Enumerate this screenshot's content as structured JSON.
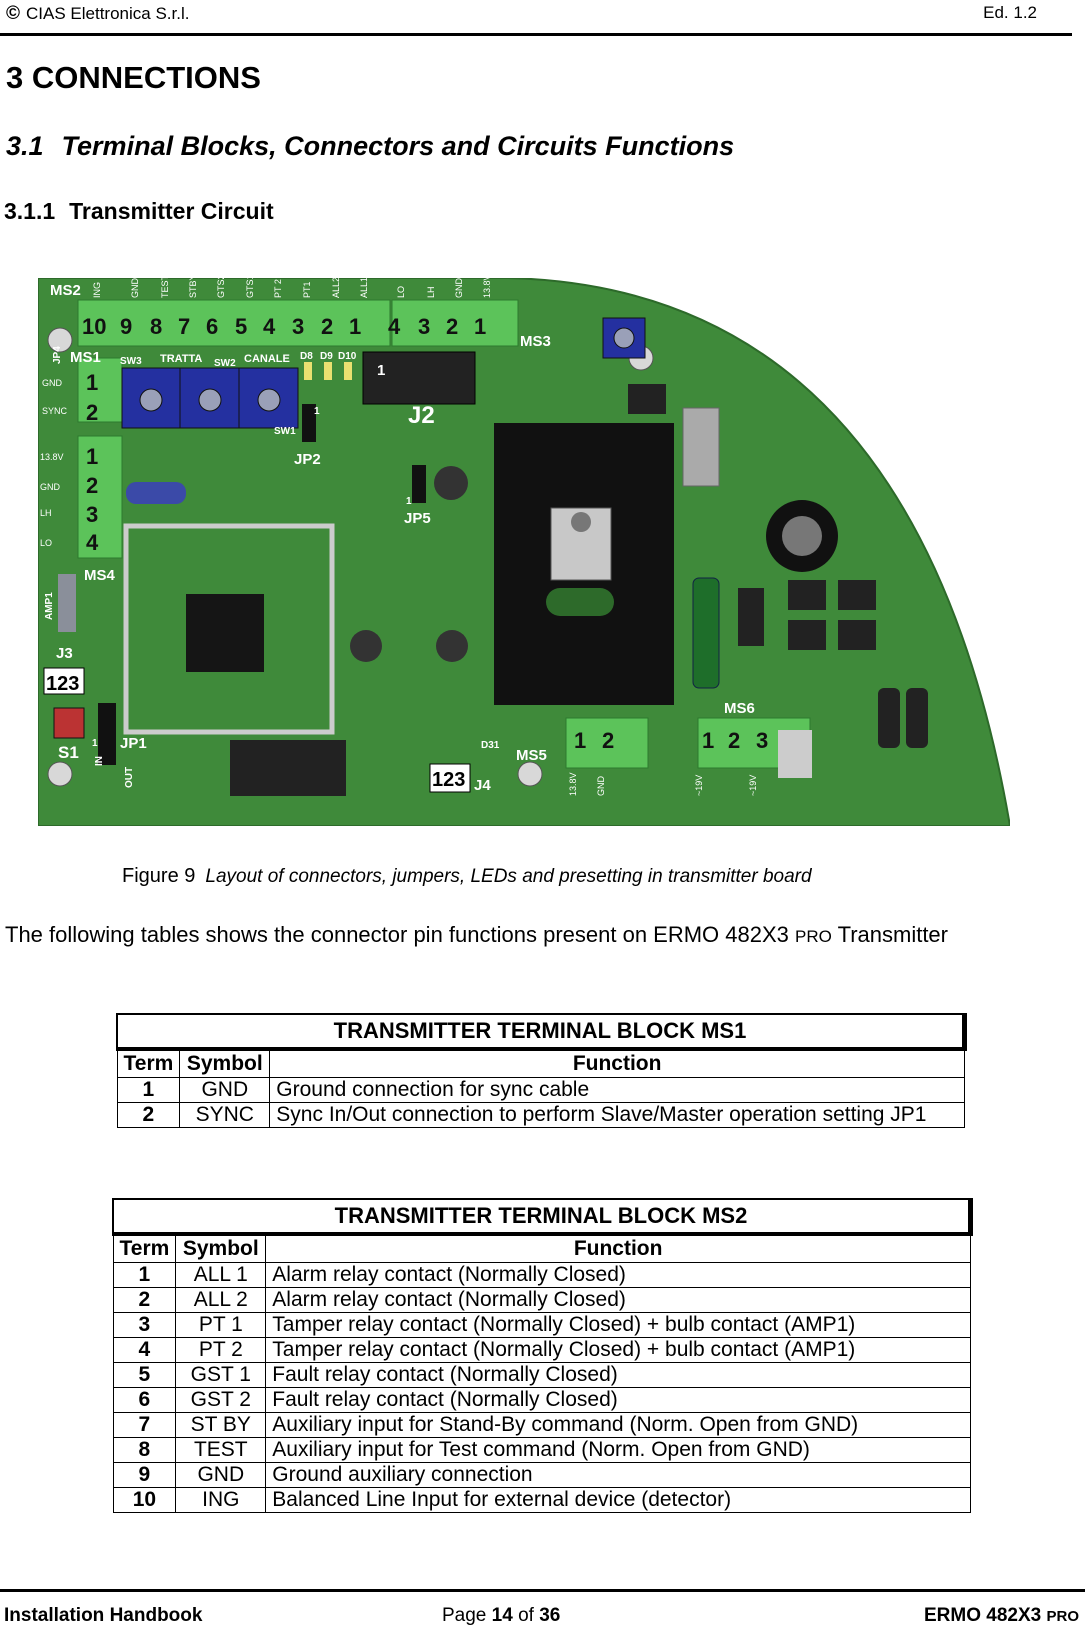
{
  "header": {
    "copyright_symbol": "©",
    "company": "CIAS Elettronica S.r.l.",
    "edition": "Ed. 1.2"
  },
  "section": {
    "number": "3",
    "title": "CONNECTIONS"
  },
  "subsection": {
    "number": "3.1",
    "title": "Terminal Blocks, Connectors and Circuits Functions"
  },
  "subsubsection": {
    "number": "3.1.1",
    "title": "Transmitter Circuit"
  },
  "board": {
    "ms2_label": "MS2",
    "ms2_signals": [
      "ING",
      "GND",
      "TEST",
      "STBY",
      "GTS2",
      "GTS1",
      "PT 2",
      "PT1",
      "ALL2",
      "ALL1"
    ],
    "ms2_numbers": [
      "10",
      "9",
      "8",
      "7",
      "6",
      "5",
      "4",
      "3",
      "2",
      "1"
    ],
    "ms3_label": "MS3",
    "ms3_signals": [
      "LO",
      "LH",
      "GND",
      "13.8V"
    ],
    "ms3_numbers": [
      "4",
      "3",
      "2",
      "1"
    ],
    "ms1_label": "MS1",
    "ms1_signals": [
      "GND",
      "SYNC"
    ],
    "ms1_numbers": [
      "1",
      "2"
    ],
    "ms4_label": "MS4",
    "ms4_signals": [
      "13.8V",
      "GND",
      "LH",
      "LO"
    ],
    "ms4_numbers": [
      "1",
      "2",
      "3",
      "4"
    ],
    "jp4_label": "JP4",
    "sw3_label": "SW3",
    "tratta_label": "TRATTA",
    "sw2_label": "SW2",
    "canale_label": "CANALE",
    "sw1_label": "SW1",
    "d8_label": "D8",
    "d9_label": "D9",
    "d10_label": "D10",
    "j2_label": "J2",
    "j2_pin1": "1",
    "jp2_label": "JP2",
    "jp2_pin1": "1",
    "jp5_label": "JP5",
    "jp5_pin1": "1",
    "amp1_label": "AMP1",
    "j3_label": "J3",
    "j3_marker": "123",
    "s1_label": "S1",
    "out_label": "OUT",
    "in_label": "IN",
    "jp1_label": "JP1",
    "jp1_pin1": "1",
    "j4_label": "J4",
    "j4_marker": "123",
    "d31_label": "D31",
    "ms5_label": "MS5",
    "ms5_numbers": [
      "1",
      "2"
    ],
    "ms5_signals": [
      "13.8V",
      "GND"
    ],
    "ms6_label": "MS6",
    "ms6_numbers": [
      "1",
      "2",
      "3"
    ],
    "ms6_signals": [
      "~19V",
      "~19V"
    ]
  },
  "figure": {
    "label": "Figure 9",
    "caption": "Layout of connectors, jumpers, LEDs and presetting in transmitter board"
  },
  "intro": {
    "text": "The following tables shows the connector pin functions present on ERMO 482X3",
    "pro": "PRO",
    "text2": "Transmitter"
  },
  "table_ms1": {
    "caption": "TRANSMITTER  TERMINAL  BLOCK    MS1",
    "headers": [
      "Term",
      "Symbol",
      "Function"
    ],
    "rows": [
      {
        "term": "1",
        "symbol": "GND",
        "function": "Ground connection for sync cable"
      },
      {
        "term": "2",
        "symbol": "SYNC",
        "function": "Sync In/Out connection to perform  Slave/Master operation setting JP1"
      }
    ]
  },
  "table_ms2": {
    "caption": "TRANSMITTER  TERMINAL  BLOCK    MS2",
    "headers": [
      "Term",
      "Symbol",
      "Function"
    ],
    "rows": [
      {
        "term": "1",
        "symbol": "ALL 1",
        "function": "Alarm relay contact (Normally Closed)"
      },
      {
        "term": "2",
        "symbol": "ALL 2",
        "function": "Alarm relay contact (Normally Closed)"
      },
      {
        "term": "3",
        "symbol": "PT 1",
        "function": "Tamper relay contact (Normally Closed) + bulb contact (AMP1)"
      },
      {
        "term": "4",
        "symbol": "PT 2",
        "function": "Tamper relay contact (Normally Closed) + bulb contact (AMP1)"
      },
      {
        "term": "5",
        "symbol": "GST 1",
        "function": "Fault relay contact (Normally Closed)"
      },
      {
        "term": "6",
        "symbol": "GST 2",
        "function": "Fault relay contact (Normally Closed)"
      },
      {
        "term": "7",
        "symbol": "ST BY",
        "function": "Auxiliary input for Stand-By command (Norm. Open from GND)"
      },
      {
        "term": "8",
        "symbol": "TEST",
        "function": "Auxiliary input for Test command (Norm. Open from GND)"
      },
      {
        "term": "9",
        "symbol": "GND",
        "function": "Ground auxiliary connection"
      },
      {
        "term": "10",
        "symbol": "ING",
        "function": "Balanced Line Input for external device (detector)"
      }
    ]
  },
  "footer": {
    "left": "Installation Handbook",
    "page_word": "Page",
    "page": "14",
    "of_word": "of",
    "total": "36",
    "product": "ERMO 482X3",
    "product_suffix": "PRO"
  },
  "colors": {
    "pcb_green": "#3f8a3a",
    "terminal_green": "#5cc35a",
    "trimmer_blue": "#2430a0"
  }
}
